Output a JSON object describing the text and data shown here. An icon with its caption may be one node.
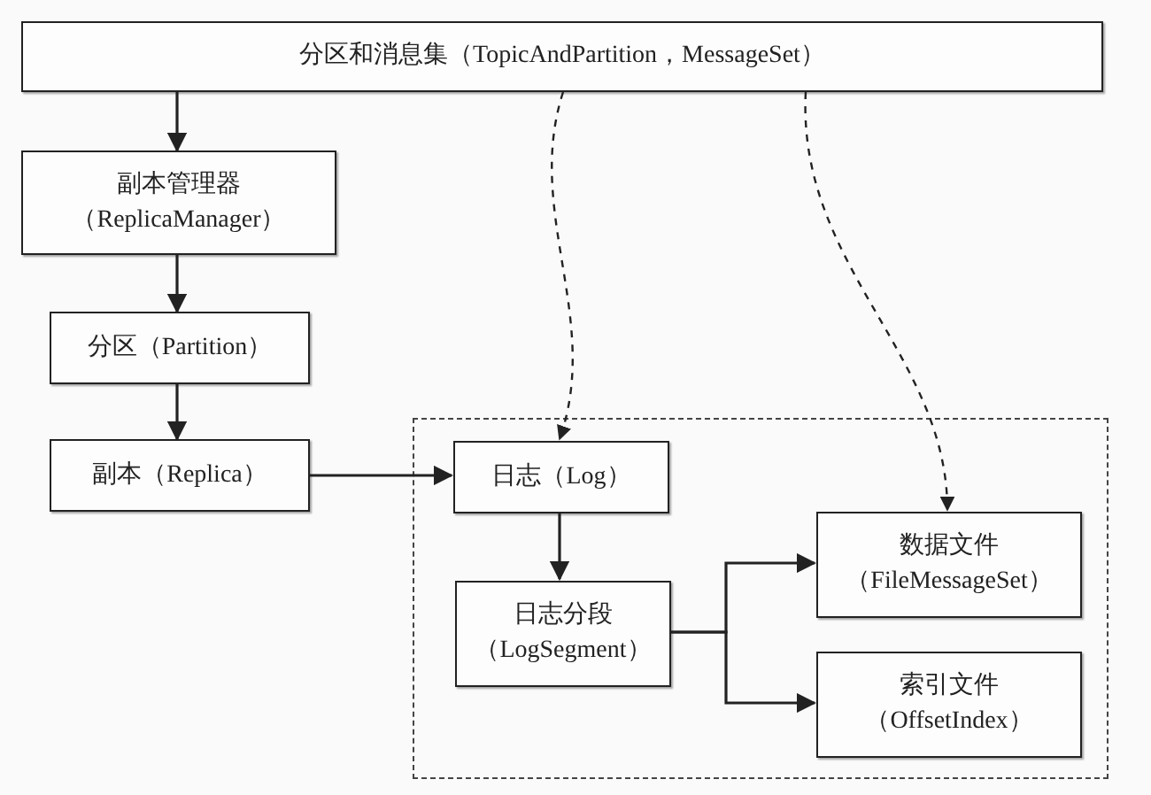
{
  "diagram": {
    "nodes": [
      {
        "text": [
          "分区和消息集（TopicAndPartition，MessageSet）"
        ]
      },
      {
        "text": [
          "副本管理器",
          "（ReplicaManager）"
        ]
      },
      {
        "text": [
          "分区（Partition）"
        ]
      },
      {
        "text": [
          "副本（Replica）"
        ]
      },
      {
        "text": [],
        "shape": "box"
      },
      {
        "text": [
          "日志（Log）"
        ],
        "in": 4
      },
      {
        "text": [
          "日志分段",
          "（LogSegment）"
        ],
        "in": 4
      },
      {
        "text": [
          "数据文件",
          "（FileMessageSet）"
        ],
        "in": 4
      },
      {
        "text": [
          "索引文件",
          "（OffsetIndex）"
        ],
        "in": 4
      }
    ],
    "edges": [
      {
        "from": 0,
        "to": 1,
        "arrow": "to"
      },
      {
        "from": 1,
        "to": 2,
        "arrow": "to"
      },
      {
        "from": 2,
        "to": 3,
        "arrow": "to"
      },
      {
        "from": 3,
        "to": 5,
        "arrow": "to"
      },
      {
        "from": 5,
        "to": 6,
        "arrow": "to"
      },
      {
        "from": 6,
        "to": 7,
        "arrow": "to"
      },
      {
        "from": 6,
        "to": 8,
        "arrow": "to"
      },
      {
        "from": 0,
        "to": 5,
        "arrow": "to",
        "style": "dashed"
      },
      {
        "from": 0,
        "to": 7,
        "arrow": "to",
        "style": "dashed"
      }
    ]
  }
}
